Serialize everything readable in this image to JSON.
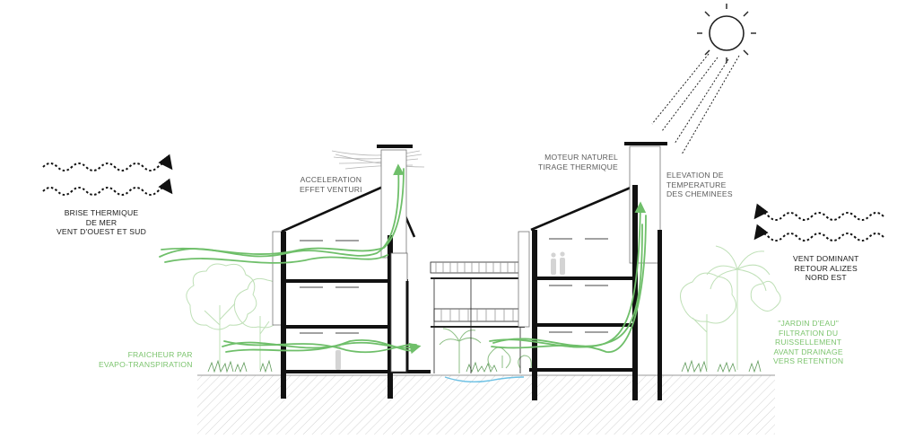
{
  "labels": {
    "brise": [
      "BRISE THERMIQUE",
      "DE MER",
      "VENT D'OUEST ET SUD"
    ],
    "acceleration": [
      "ACCELERATION",
      "EFFET VENTURI"
    ],
    "moteur": [
      "MOTEUR NATUREL",
      "TIRAGE THERMIQUE"
    ],
    "elevation": [
      "ELEVATION DE",
      "TEMPERATURE",
      "DES CHEMINEES"
    ],
    "vent_dominant": [
      "VENT DOMINANT",
      "RETOUR ALIZES",
      "NORD EST"
    ],
    "fraicheur": [
      "FRAICHEUR PAR",
      "EVAPO-TRANSPIRATION"
    ],
    "jardin": [
      "\"JARDIN D'EAU\"",
      "FILTRATION DU",
      "RUISSELLEMENT",
      "AVANT DRAINAGE",
      "VERS RETENTION"
    ]
  },
  "icons": [
    "sun-icon",
    "wind-arrow-icon",
    "airflow-arrow-icon",
    "tree-icon",
    "palm-icon",
    "person-icon"
  ],
  "colors": {
    "airflow_green": "#6fbf6a",
    "label_green": "#7cc46e",
    "structure": "#111111",
    "label_grey": "#5c5c5c"
  }
}
